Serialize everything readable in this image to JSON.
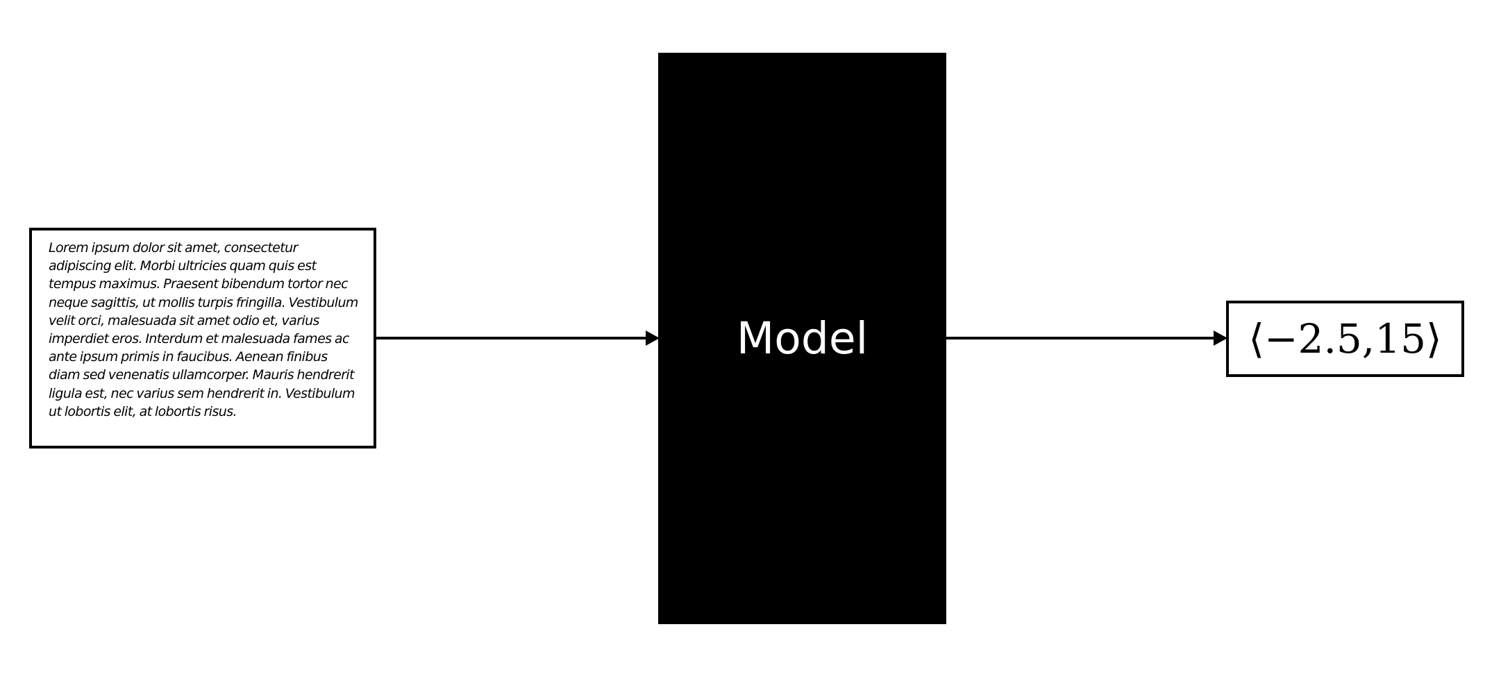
{
  "input": {
    "text": "Lorem ipsum dolor sit amet, consectetur adipiscing elit. Morbi ultricies quam quis est tempus maximus. Praesent bibendum tortor nec neque sagittis, ut mollis turpis fringilla. Vestibulum velit orci, malesuada sit amet odio et, varius imperdiet eros. Interdum et malesuada fames ac ante ipsum primis in faucibus. Aenean finibus diam sed venenatis ullamcorper. Mauris hendrerit ligula est, nec varius sem hendrerit in. Vestibulum ut lobortis elit, at lobortis risus."
  },
  "model": {
    "label": "Model"
  },
  "output": {
    "value": "⟨−2.5,15⟩"
  },
  "colors": {
    "stroke": "#000000",
    "model_fill": "#000000",
    "model_text": "#ffffff",
    "background": "#ffffff"
  }
}
